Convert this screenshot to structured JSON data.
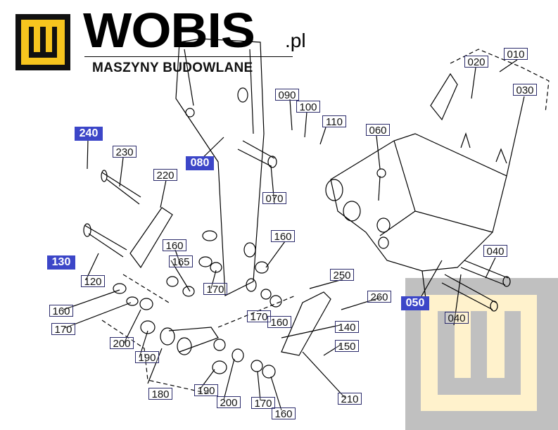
{
  "logo": {
    "brand": "WOBIS",
    "domain": ".pl",
    "tagline": "MASZYNY BUDOWLANE",
    "accent": "#f7c51e"
  },
  "watermark_color": "#c0c0c0",
  "highlight_color": "#3c46c8",
  "part_labels": [
    {
      "id": "010"
    },
    {
      "id": "020"
    },
    {
      "id": "030"
    },
    {
      "id": "060"
    },
    {
      "id": "090"
    },
    {
      "id": "100"
    },
    {
      "id": "110"
    },
    {
      "id": "230"
    },
    {
      "id": "220"
    },
    {
      "id": "070"
    },
    {
      "id": "160"
    },
    {
      "id": "160"
    },
    {
      "id": "165"
    },
    {
      "id": "120"
    },
    {
      "id": "170"
    },
    {
      "id": "250"
    },
    {
      "id": "040"
    },
    {
      "id": "160"
    },
    {
      "id": "260"
    },
    {
      "id": "170"
    },
    {
      "id": "170"
    },
    {
      "id": "160"
    },
    {
      "id": "140"
    },
    {
      "id": "040"
    },
    {
      "id": "200"
    },
    {
      "id": "150"
    },
    {
      "id": "190"
    },
    {
      "id": "180"
    },
    {
      "id": "190"
    },
    {
      "id": "200"
    },
    {
      "id": "210"
    },
    {
      "id": "170"
    },
    {
      "id": "160"
    }
  ],
  "highlighted_labels": [
    {
      "id": "240"
    },
    {
      "id": "080"
    },
    {
      "id": "130"
    },
    {
      "id": "050"
    }
  ]
}
